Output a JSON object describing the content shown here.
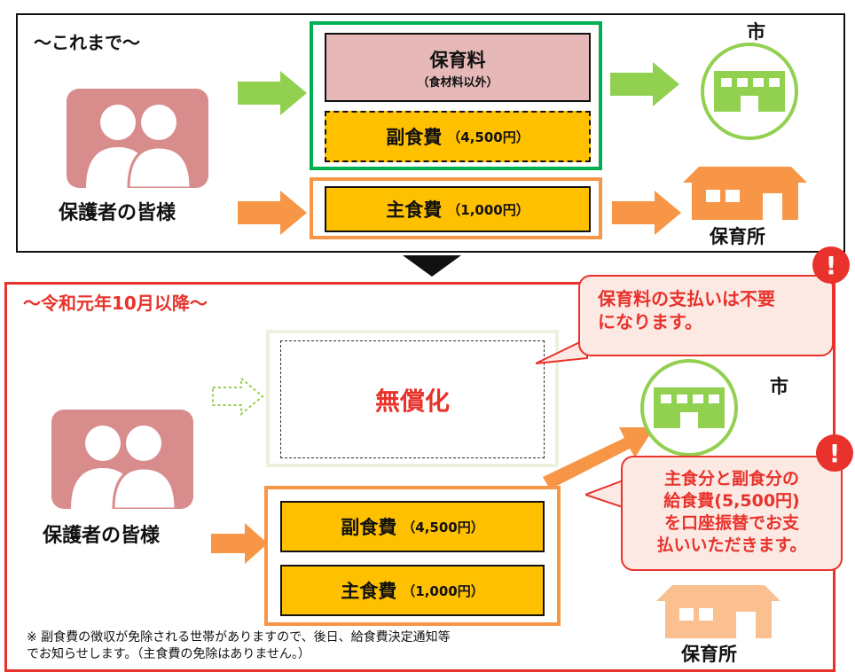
{
  "before": {
    "heading": "～これまで～",
    "parent_label": "保護者の皆様",
    "hoikuryo": "保育料",
    "hoikuryo_note": "（食材料以外）",
    "fukushoku": "副食費",
    "fukushoku_amount": "（4,500円）",
    "shushoku": "主食費",
    "shushoku_amount": "（1,000円）",
    "city_label": "市",
    "nursery_label": "保育所"
  },
  "after": {
    "heading": "～令和元年10月以降～",
    "parent_label": "保護者の皆様",
    "free_label": "無償化",
    "fukushoku": "副食費",
    "fukushoku_amount": "（4,500円）",
    "shushoku": "主食費",
    "shushoku_amount": "（1,000円）",
    "city_label": "市",
    "nursery_label": "保育所",
    "bubble1_line1": "保育料の支払いは不要",
    "bubble1_line2": "になります。",
    "bubble2_line1": "主食分と副食分の",
    "bubble2_line2": "給食費(5,500円)",
    "bubble2_line3": "を口座振替でお支",
    "bubble2_line4": "払いいただきます。",
    "exclamation": "!",
    "note_line1": "※ 副食費の徴収が免除される世帯がありますので、後日、給食費決定通知等",
    "note_line2": "でお知らせします。（主食費の免除はありません。）"
  },
  "colors": {
    "green": "#92d050",
    "orange": "#f79646",
    "fee_orange": "#ffc000",
    "pink_box": "#e6b9b8",
    "red": "#e8322b",
    "people": "#d98c8c"
  }
}
